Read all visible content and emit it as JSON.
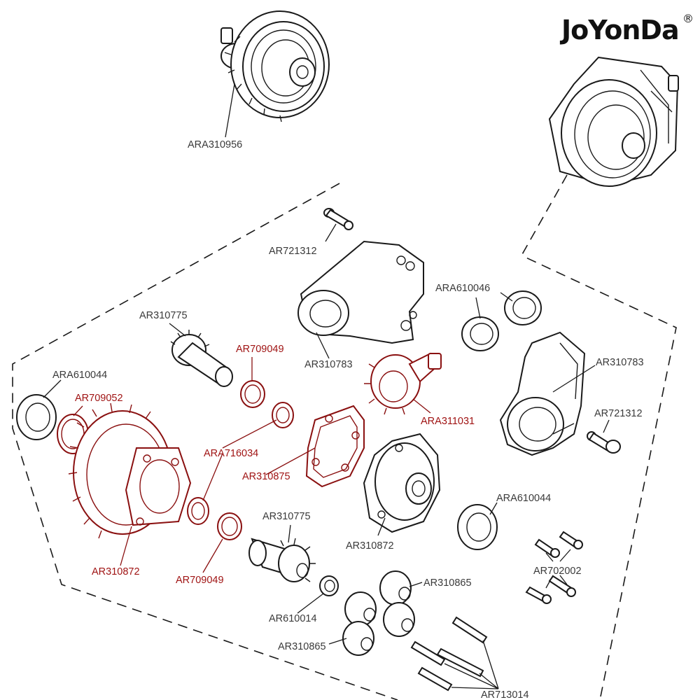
{
  "brand": {
    "name": "JoYonDa",
    "registered_mark": "®"
  },
  "colors": {
    "highlight": "#a01414",
    "line": "#1a1a1a",
    "background": "#ffffff"
  },
  "labels": {
    "ara310956": "ARA310956",
    "ar721312_top": "AR721312",
    "ara610046": "ARA610046",
    "ar310775_top": "AR310775",
    "ar709049_top": "AR709049",
    "ar310783_left": "AR310783",
    "ara610044_left": "ARA610044",
    "ar709052": "AR709052",
    "ar310783_right": "AR310783",
    "ara311031": "ARA311031",
    "ar721312_right": "AR721312",
    "ara716034": "ARA716034",
    "ar310875": "AR310875",
    "ar310872_left": "AR310872",
    "ar310872_mid": "AR310872",
    "ara610044_right": "ARA610044",
    "ar310775_bottom": "AR310775",
    "ar709049_bottom": "AR709049",
    "ar702002": "AR702002",
    "ar310865_right": "AR310865",
    "ar610014": "AR610014",
    "ar310865_left": "AR310865",
    "ar713014": "AR713014"
  }
}
